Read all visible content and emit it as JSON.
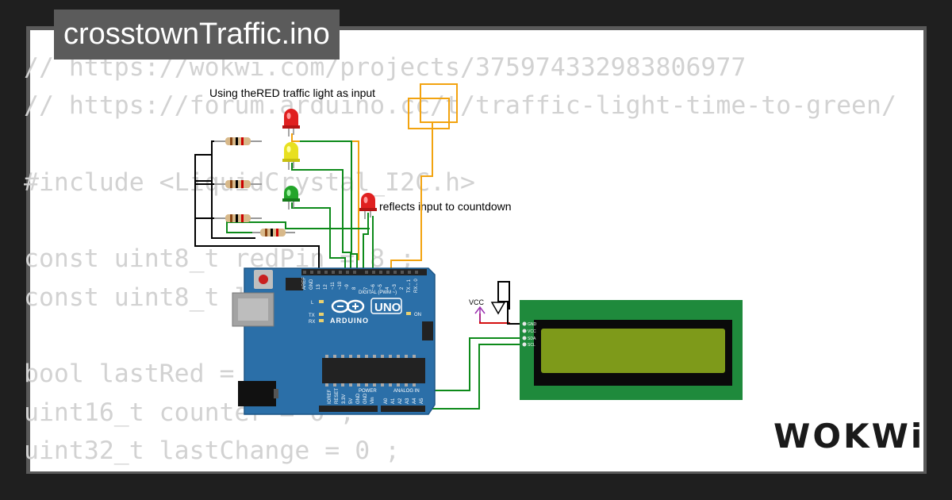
{
  "title": "crosstownTraffic.ino",
  "brand": "WOKWi",
  "code_lines": [
    "// https://wokwi.com/projects/375974332983806977",
    "// https://forum.arduino.cc/t/traffic-light-time-to-green/",
    "",
    "#include <LiquidCrystal_I2C.h>",
    "",
    "const uint8_t redPin = 8 ;",
    "const uint8_t lcdPin = 9 ;",
    "",
    "bool lastRed = false ;",
    "uint16_t counter = 0 ;",
    "uint32_t lastChange = 0 ;"
  ],
  "annotations": {
    "input_label": "Using theRED traffic light as input",
    "output_label": "reflects input to countdown"
  },
  "arduino": {
    "model": "UNO",
    "brand_text": "ARDUINO",
    "digital_label": "DIGITAL (PWM ~)",
    "power_label": "POWER",
    "analog_label": "ANALOG IN",
    "on_label": "ON",
    "digital_pins": [
      "AREF",
      "GND",
      "13",
      "12",
      "~11",
      "~10",
      "~9",
      "8",
      "7",
      "~6",
      "~5",
      "4",
      "~3",
      "2",
      "TX→1",
      "RX←0"
    ],
    "power_pins": [
      "IOREF",
      "RESET",
      "3.3V",
      "5V",
      "GND",
      "GND",
      "Vin"
    ],
    "analog_pins": [
      "A0",
      "A1",
      "A2",
      "A3",
      "A4",
      "A5"
    ],
    "led_labels": [
      "L",
      "TX",
      "RX"
    ]
  },
  "lcd": {
    "pins": [
      "GND",
      "VCC",
      "SDA",
      "SCL"
    ],
    "vcc_label": "VCC"
  },
  "colors": {
    "board_blue": "#2b6fa8",
    "lcd_green": "#1f8a3c",
    "lcd_screen": "#7e9a1a",
    "wire_green": "#0d8a1a",
    "wire_orange": "#f2a30f",
    "wire_black": "#000000",
    "wire_red": "#d41010",
    "vcc_purple": "#9b30b0"
  }
}
